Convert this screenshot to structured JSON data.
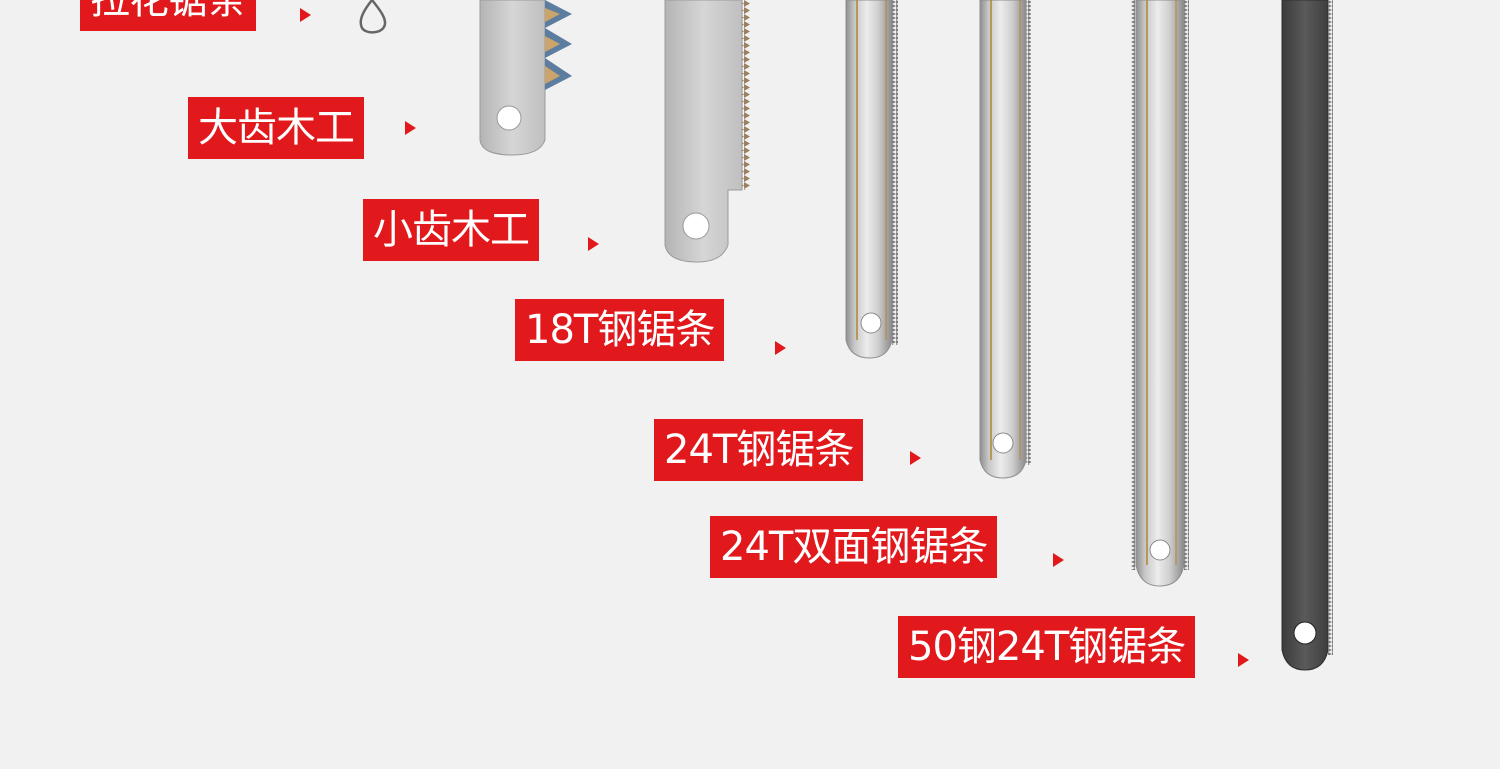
{
  "labels": {
    "fret": "拉花锯条",
    "big_tooth_wood": "大齿木工",
    "small_tooth_wood": "小齿木工",
    "steel_18t": "18T钢锯条",
    "steel_24t": "24T钢锯条",
    "steel_24t_double": "24T双面钢锯条",
    "steel50_24t": "50钢24T钢锯条"
  },
  "colors": {
    "label_bg": "#e1181c",
    "label_text": "#ffffff",
    "background": "#f2f1f1",
    "blade_silver": "#c8c8c8",
    "blade_dark": "#4a4a4a"
  }
}
